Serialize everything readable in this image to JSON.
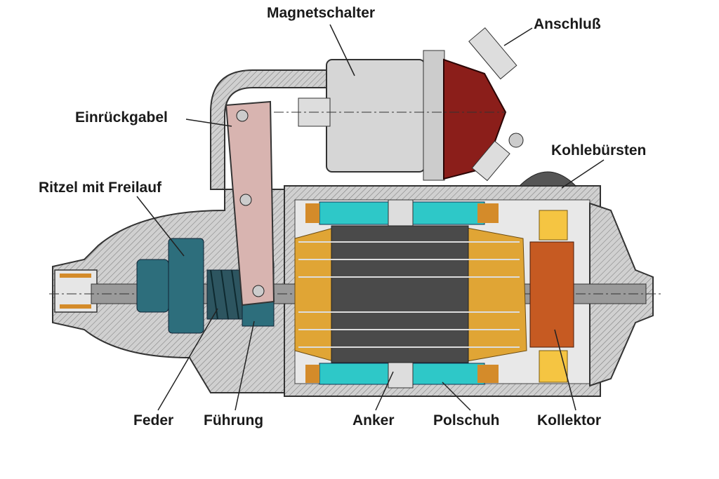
{
  "title": "Starter motor cross-section",
  "labels": {
    "magnetschalter": "Magnetschalter",
    "anschluss": "Anschluß",
    "einrueckgabel": "Einrückgabel",
    "kohlebuersten": "Kohlebürsten",
    "ritzel": "Ritzel mit Freilauf",
    "feder": "Feder",
    "fuehrung": "Führung",
    "anker": "Anker",
    "polschuh": "Polschuh",
    "kollektor": "Kollektor"
  },
  "colors": {
    "housing": "#c9c9c9",
    "solenoid_cap": "#8b1e1a",
    "fork": "#d8b4b0",
    "pole_shoe": "#2ec8c8",
    "winding": "#e0a535",
    "commutator": "#c65a22",
    "brush": "#f5c542",
    "pinion": "#2d6e7c"
  }
}
